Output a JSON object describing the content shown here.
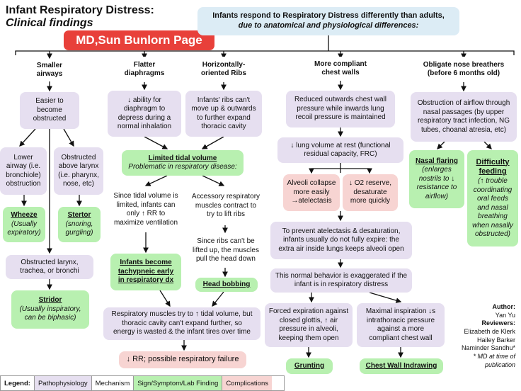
{
  "title": {
    "line1": "Infant Respiratory Distress:",
    "line2": "Clinical findings",
    "watermark": "MD,Sun Bunlorn Page"
  },
  "intro": {
    "line1": "Infants respond to Respiratory Distress differently than adults,",
    "line2": "due to anatomical and physiological differences:"
  },
  "columns": {
    "airways": {
      "header": [
        "Smaller",
        "airways"
      ],
      "easier": [
        "Easier to",
        "become",
        "obstructed"
      ],
      "lower": [
        "Lower",
        "airway (i.e.",
        "bronchiole)",
        "obstruction"
      ],
      "above": [
        "Obstructed",
        "above larynx",
        "(i.e. pharynx,",
        "nose, etc)"
      ],
      "wheeze_title": "Wheeze",
      "wheeze_sub": [
        "(Usually",
        "expiratory)"
      ],
      "stertor_title": "Stertor",
      "stertor_sub": [
        "(snoring,",
        "gurgling)"
      ],
      "larynx": [
        "Obstructed larynx,",
        "trachea, or bronchi"
      ],
      "stridor_title": "Stridor",
      "stridor_sub": [
        "(Usually inspiratory,",
        "can be biphasic)"
      ]
    },
    "diaphragm": {
      "header": [
        "Flatter",
        "diaphragms"
      ],
      "detail": [
        "↓ ability for",
        "diaphragm to",
        "depress during a",
        "normal inhalation"
      ]
    },
    "ribs": {
      "header": [
        "Horizontally-",
        "oriented  Ribs"
      ],
      "detail": [
        "Infants' ribs can't",
        "move up & outwards",
        "to further expand",
        "thoracic cavity"
      ]
    },
    "tidal": {
      "title": "Limited tidal volume",
      "sub": "Problematic in respiratory disease:",
      "left": [
        "Since tidal volume is",
        "limited, infants can",
        "only ↑ RR to",
        "maximize ventilation"
      ],
      "tachy": [
        "Infants become",
        "tachypneic early",
        "in respiratory dx"
      ],
      "right": [
        "Accessory respiratory",
        "muscles contract to",
        "try to lift ribs"
      ],
      "cant": [
        "Since ribs can't be",
        "lifted up, the muscles",
        "pull the head down"
      ],
      "bobbing": "Head bobbing",
      "tire": [
        "Respiratory muscles try to ↑ tidal volume, but",
        "thoracic cavity can't expand further, so",
        "energy is wasted & the infant tires over time"
      ],
      "failure": "↓ RR; possible respiratory failure"
    },
    "chest": {
      "header": [
        "More compliant",
        "chest walls"
      ],
      "reduced": [
        "Reduced outwards chest wall",
        "pressure while inwards lung",
        "recoil pressure is maintained"
      ],
      "lung_vol": [
        "↓ lung volume at rest (functional",
        "residual capacity, FRC)"
      ],
      "alveoli": [
        "Alveoli collapse",
        "more easily",
        "→atelectasis"
      ],
      "o2": [
        "↓ O2 reserve,",
        "desaturate",
        "more quickly"
      ],
      "prevent": [
        "To prevent atelectasis & desaturation,",
        "infants usually do not fully expire: the",
        "extra air inside lungs keeps alveoli open"
      ],
      "exaggerated": [
        "This normal behavior is exaggerated if the",
        "infant is in respiratory distress"
      ],
      "forced": [
        "Forced expiration against",
        "closed glottis, ↑ air",
        "pressure in alveoli,",
        "keeping them open"
      ],
      "maximal": [
        "Maximal inspiration ↓s",
        "intrathoracic pressure",
        "against a more",
        "compliant chest wall"
      ],
      "grunting": "Grunting",
      "indrawing": "Chest Wall Indrawing"
    },
    "nose": {
      "header": [
        "Obligate nose breathers",
        "(before 6 months old)"
      ],
      "obstruction": [
        "Obstruction of airflow through",
        "nasal passages (by upper",
        "respiratory tract infection, NG",
        "tubes, choanal atresia, etc)"
      ],
      "flaring_title": "Nasal flaring",
      "flaring_sub": [
        "(enlarges",
        "nostrils to ↓",
        "resistance to",
        "airflow)"
      ],
      "feeding_title": [
        "Difficulty",
        "feeding"
      ],
      "feeding_sub": [
        "(↑ trouble",
        "coordinating",
        "oral feeds",
        "and nasal",
        "breathing",
        "when nasally",
        "obstructed)"
      ]
    }
  },
  "credits": {
    "author_label": "Author:",
    "author": "Yan Yu",
    "reviewers_label": "Reviewers:",
    "reviewers": [
      "Elizabeth de Klerk",
      "Hailey Barker",
      "Naminder Sandhu*"
    ],
    "note": [
      "* MD at time of",
      "publication"
    ]
  },
  "legend": {
    "label": "Legend:",
    "items": [
      "Pathophysiology",
      "Mechanism",
      "Sign/Symptom/Lab Finding",
      "Complications"
    ]
  },
  "colors": {
    "pathophysiology": "#e6dff0",
    "mechanism": "#ffffff",
    "sign": "#b8f0b0",
    "complications": "#f7d4d2",
    "intro_box": "#dcecf5",
    "watermark": "#e8403a"
  }
}
